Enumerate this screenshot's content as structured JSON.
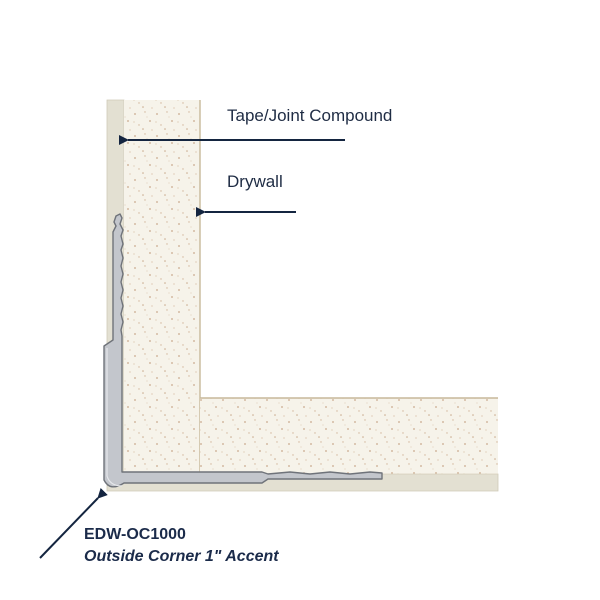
{
  "labels": {
    "tape_joint_compound": "Tape/Joint Compound",
    "drywall": "Drywall",
    "product_code": "EDW-OC1000",
    "product_description": "Outside Corner 1\" Accent"
  },
  "colors": {
    "tape_layer": "#e3e0d2",
    "drywall_fill": "#f6f3ea",
    "drywall_edge": "#c7b89a",
    "speckle": "#c9a98d",
    "trim_metal": "#c3c6cc",
    "trim_outline": "#6f737a",
    "arrow": "#142540",
    "text": "#1f2c44"
  }
}
